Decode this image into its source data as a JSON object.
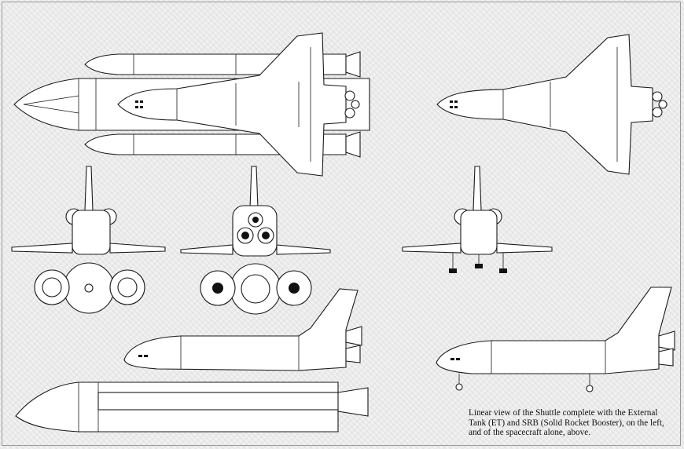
{
  "caption": {
    "line1": "Linear view of the Shuttle complete with the External",
    "line2": "Tank (ET) and SRB (Solid Rocket Booster), on the left,",
    "line3": "and of the spacecraft alone, above."
  },
  "colors": {
    "background": "#f1f1f1",
    "line": "#1a1a1a",
    "fill": "#ffffff"
  }
}
